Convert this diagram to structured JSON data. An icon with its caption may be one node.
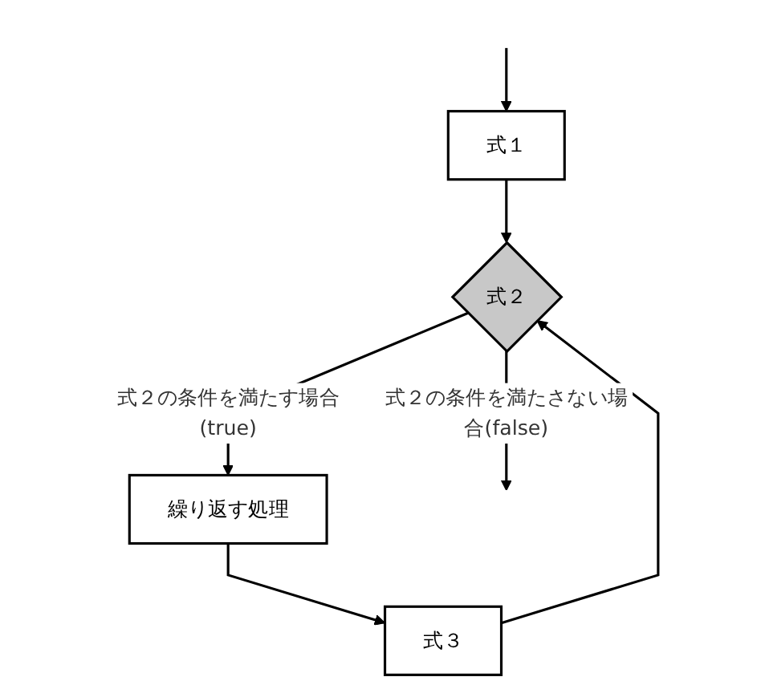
{
  "diagram": {
    "nodes": [
      {
        "text": [
          "式１"
        ]
      },
      {
        "text": [
          "式２"
        ]
      },
      {
        "text": [
          "繰り返す処理"
        ]
      },
      {
        "text": [
          "式３"
        ]
      }
    ],
    "edges": [
      {
        "from": null,
        "to": 0,
        "arrow": "to"
      },
      {
        "from": 0,
        "to": 1,
        "arrow": "to"
      },
      {
        "from": 1,
        "to": 2,
        "arrow": "to",
        "label": "式２の条件を満たす場合(true)"
      },
      {
        "from": 2,
        "to": 3,
        "arrow": "to"
      },
      {
        "from": 3,
        "to": 1,
        "arrow": "to"
      },
      {
        "from": 1,
        "to": null,
        "arrow": "to",
        "label": "式２の条件を満たさない場合(false)"
      }
    ]
  }
}
